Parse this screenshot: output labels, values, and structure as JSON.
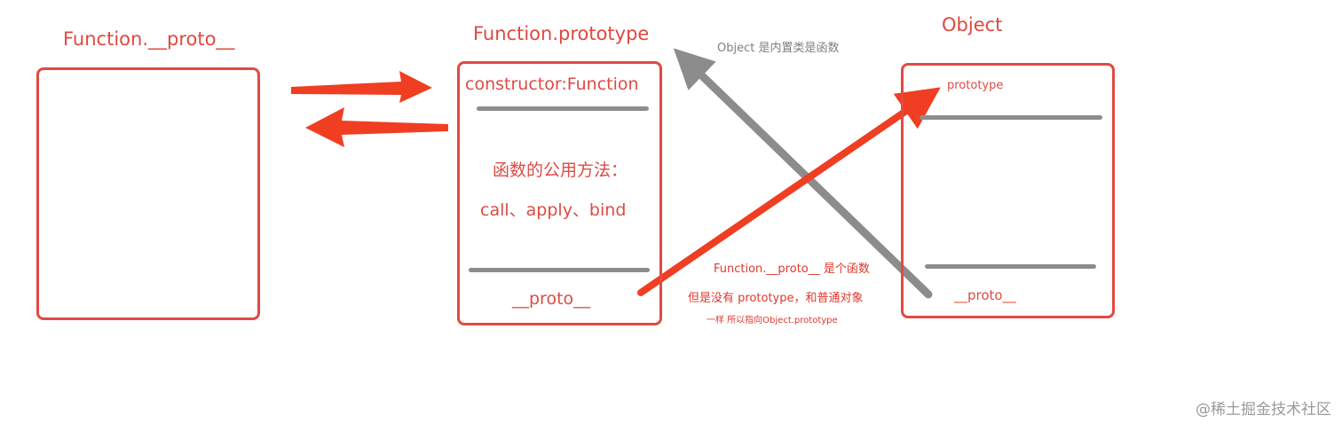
{
  "colors": {
    "red": "#e24a44",
    "arrow_red": "#ef3e22",
    "gray": "#8c8c8c",
    "watermark": "#9a9a9a"
  },
  "nodes": {
    "function_proto": {
      "title": "Function.__proto__"
    },
    "function_prototype": {
      "title": "Function.prototype",
      "constructor": "constructor:Function",
      "methods_heading": "函数的公用方法：",
      "methods": "call、apply、bind",
      "proto": "__proto__"
    },
    "object": {
      "title": "Object",
      "prototype": "prototype",
      "proto": "__proto__"
    }
  },
  "notes": {
    "object_builtin": "Object 是内置类是函数",
    "function_proto_line1": "Function.__proto__ 是个函数",
    "function_proto_line2": "但是没有 prototype，和普通对象",
    "function_proto_line3": "一样 所以指向Object.prototype"
  },
  "watermark": "@稀土掘金技术社区"
}
